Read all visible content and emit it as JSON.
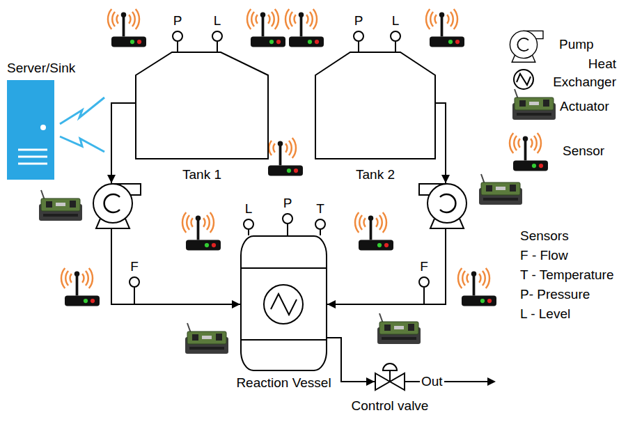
{
  "diagram": {
    "nodes": [
      {
        "text": [
          "P"
        ]
      },
      {
        "text": [
          "L"
        ]
      },
      {
        "text": [
          "P"
        ]
      },
      {
        "text": [
          "L"
        ]
      },
      {
        "text": [
          "Server/Sink"
        ]
      },
      {
        "text": [
          "Tank 1"
        ]
      },
      {
        "text": [
          "Tank 2"
        ]
      },
      {
        "text": [
          "L"
        ]
      },
      {
        "text": [
          "P"
        ]
      },
      {
        "text": [
          "T"
        ]
      },
      {
        "text": [
          "F"
        ]
      },
      {
        "text": [
          "F"
        ]
      },
      {
        "text": [
          "Reaction Vessel"
        ]
      },
      {
        "text": [
          "Control valve"
        ]
      }
    ],
    "edges": [
      {
        "from": 0,
        "to": 5,
        "arrow": "none"
      },
      {
        "from": 1,
        "to": 5,
        "arrow": "none"
      },
      {
        "from": 2,
        "to": 6,
        "arrow": "none"
      },
      {
        "from": 3,
        "to": 6,
        "arrow": "none"
      },
      {
        "from": 5,
        "to": 12,
        "arrow": "to"
      },
      {
        "from": 6,
        "to": 12,
        "arrow": "to"
      },
      {
        "from": 7,
        "to": 12,
        "arrow": "none"
      },
      {
        "from": 8,
        "to": 12,
        "arrow": "none"
      },
      {
        "from": 9,
        "to": 12,
        "arrow": "none"
      },
      {
        "from": 12,
        "to": 13,
        "arrow": "to"
      }
    ],
    "labels": [
      "Out",
      "Sensors",
      "F - Flow",
      "T - Temperature",
      "P- Pressure",
      "L - Level"
    ],
    "legend": [
      {
        "text": "Pump"
      },
      {
        "text": "Heat Exchanger"
      },
      {
        "text": "Actuator"
      },
      {
        "text": "Sensor"
      }
    ]
  }
}
